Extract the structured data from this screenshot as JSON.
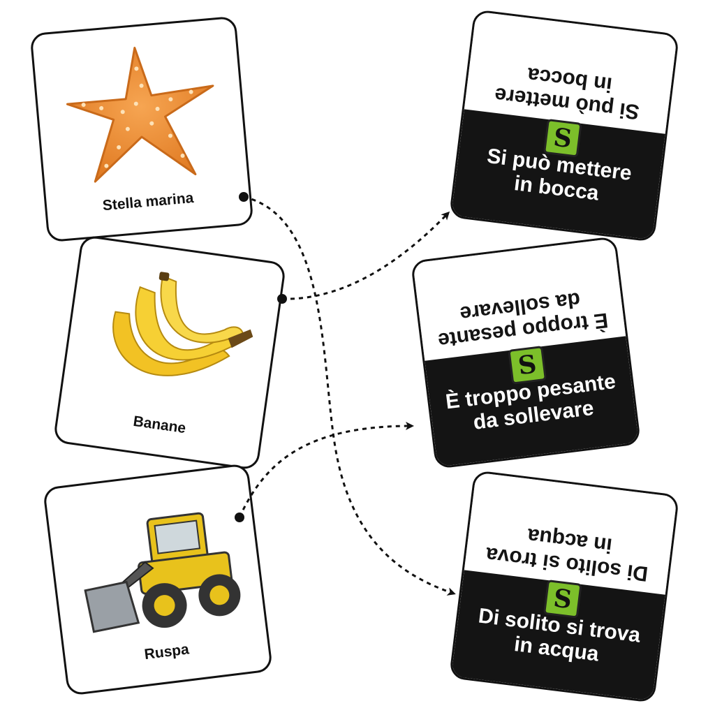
{
  "picture_cards": [
    {
      "label": "Stella marina",
      "icon": "starfish-icon"
    },
    {
      "label": "Banane",
      "icon": "bananas-icon"
    },
    {
      "label": "Ruspa",
      "icon": "bulldozer-icon"
    }
  ],
  "answer_cards": [
    {
      "text": "Si può mettere\nin bocca",
      "badge": "S"
    },
    {
      "text": "È troppo pesante\nda sollevare",
      "badge": "S"
    },
    {
      "text": "Di solito si trova\nin acqua",
      "badge": "S"
    }
  ],
  "connections": [
    {
      "from": "Stella marina",
      "to": "Di solito si trova\nin acqua"
    },
    {
      "from": "Banane",
      "to": "Si può mettere\nin bocca"
    },
    {
      "from": "Ruspa",
      "to": "È troppo pesante\nda sollevare"
    }
  ],
  "colors": {
    "card_border": "#111111",
    "answer_dark": "#141414",
    "badge_green": "#7cbf2a",
    "starfish": "#f0903a",
    "banana": "#f4c82a",
    "bulldozer": "#e8c21c"
  }
}
